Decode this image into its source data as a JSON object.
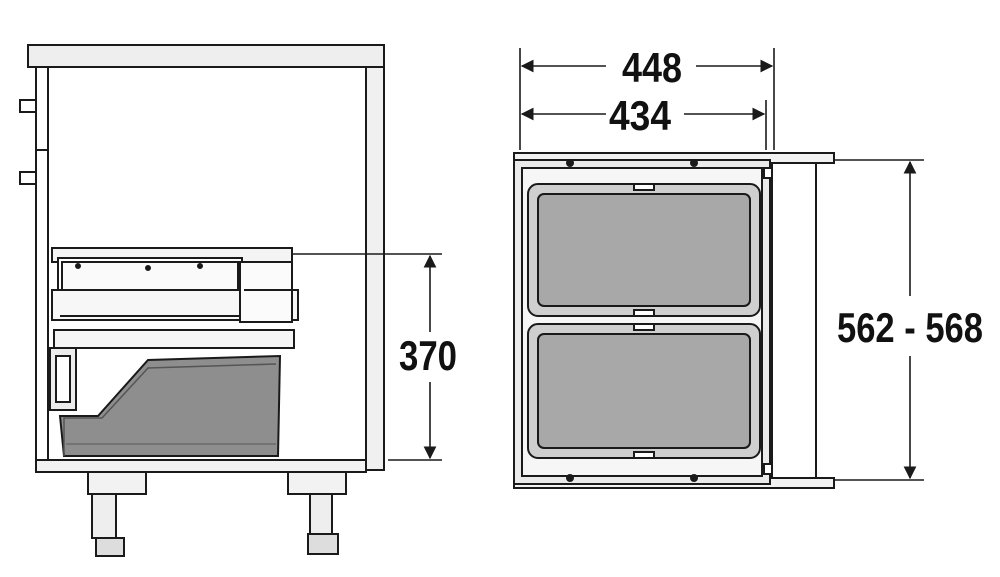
{
  "dimensions": {
    "height_front": "370",
    "outer_width": "448",
    "inner_width": "434",
    "depth": "562 - 568"
  },
  "colors": {
    "line": "#1a1a1a",
    "bin": "#8e8e8e",
    "bin_inner": "#a8a8a8",
    "frame": "#e6e6e6",
    "background": "#ffffff"
  }
}
